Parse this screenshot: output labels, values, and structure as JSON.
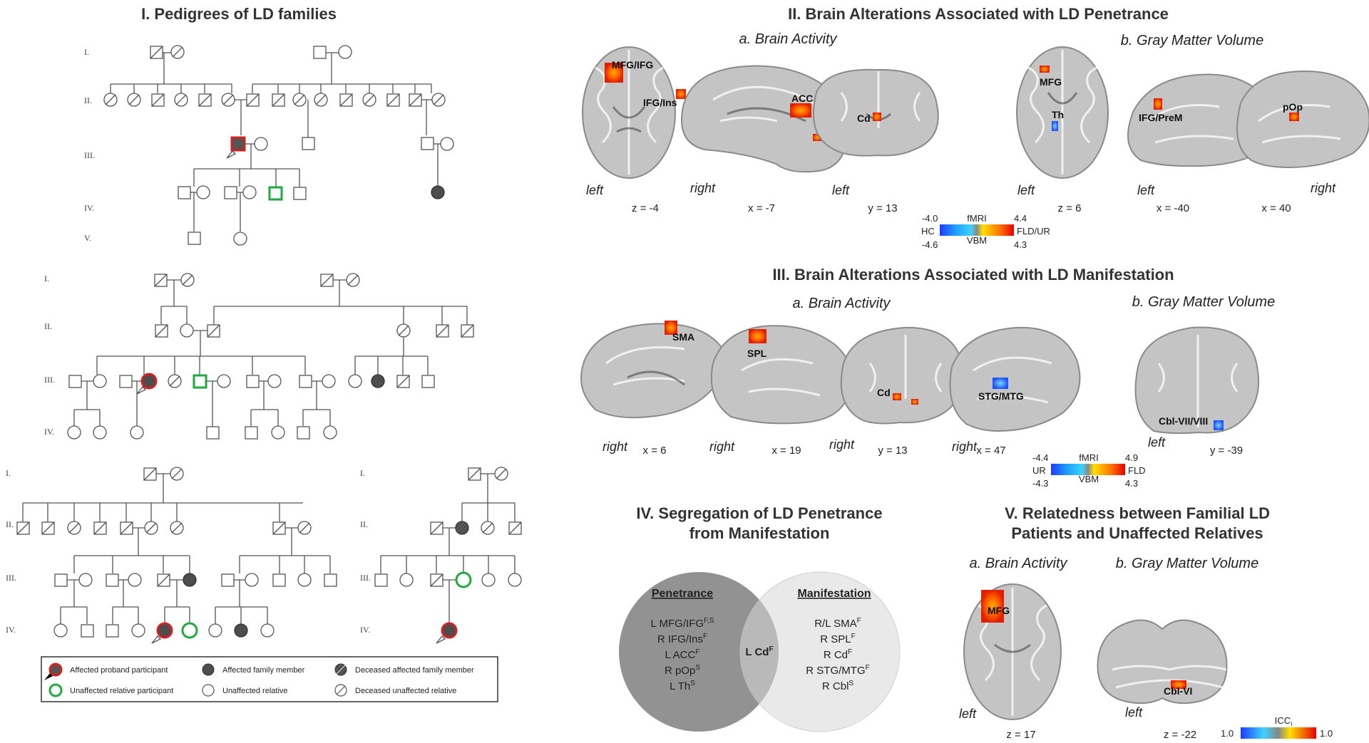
{
  "sections": {
    "pedigrees": {
      "title": "I. Pedigrees of LD families"
    },
    "penetrance": {
      "title": "II. Brain Alterations Associated with LD Penetrance",
      "brain_activity": "a. Brain Activity",
      "gray_matter": "b. Gray Matter Volume",
      "colorbar": {
        "min_fmri": "-4.0",
        "mid": "fMRI",
        "max_fmri": "4.4",
        "left": "HC",
        "right": "FLD/UR",
        "min_vbm": "-4.6",
        "mid2": "VBM",
        "max_vbm": "4.3"
      }
    },
    "manifestation": {
      "title": "III. Brain Alterations Associated with LD Manifestation",
      "brain_activity": "a. Brain Activity",
      "gray_matter": "b. Gray Matter Volume",
      "colorbar": {
        "min_fmri": "-4.4",
        "mid": "fMRI",
        "max_fmri": "4.9",
        "left": "UR",
        "right": "FLD",
        "min_vbm": "-4.3",
        "mid2": "VBM",
        "max_vbm": "4.3"
      }
    },
    "segregation": {
      "title_line1": "IV. Segregation of LD Penetrance",
      "title_line2": "from Manifestation",
      "penetrance_head": "Penetrance",
      "manifestation_head": "Manifestation",
      "overlap": {
        "text": "L Cd",
        "sup": "F"
      },
      "penetrance_items": [
        {
          "text": "L MFG/IFG",
          "sup": "F,S"
        },
        {
          "text": "R IFG/Ins",
          "sup": "F"
        },
        {
          "text": "L ACC",
          "sup": "F"
        },
        {
          "text": "R pOp",
          "sup": "S"
        },
        {
          "text": "L Th",
          "sup": "S"
        }
      ],
      "manifestation_items": [
        {
          "text": "R/L SMA",
          "sup": "F"
        },
        {
          "text": "R SPL",
          "sup": "F"
        },
        {
          "text": "R Cd",
          "sup": "F"
        },
        {
          "text": "R STG/MTG",
          "sup": "F"
        },
        {
          "text": "R Cbl",
          "sup": "S"
        }
      ]
    },
    "relatedness": {
      "title_line1": "V. Relatedness between Familial LD",
      "title_line2": "Patients and Unaffected Relatives",
      "brain_activity": "a. Brain Activity",
      "gray_matter": "b. Gray Matter Volume",
      "colorbar": {
        "title": "ICC",
        "title_sub": "i",
        "min": "1.0",
        "max": "1.0"
      }
    }
  },
  "generations": [
    "I.",
    "II.",
    "III.",
    "IV.",
    "V."
  ],
  "brain_panels": [
    {
      "id": "p2a1",
      "region": "MFG/IFG",
      "region2": "IFG/Ins",
      "side": "left",
      "coord": "z = -4"
    },
    {
      "id": "p2a2",
      "region": "ACC",
      "side": "right",
      "coord": "x = -7"
    },
    {
      "id": "p2a3",
      "region": "Cd",
      "side": "left",
      "coord": "y = 13"
    },
    {
      "id": "p2b1",
      "region": "MFG",
      "region2": "Th",
      "side": "left",
      "coord": "z = 6"
    },
    {
      "id": "p2b2",
      "region": "IFG/PreM",
      "side": "left",
      "coord": "x = -40"
    },
    {
      "id": "p2b3",
      "region": "pOp",
      "side": "right",
      "coord": "x = 40"
    },
    {
      "id": "p3a1",
      "region": "SMA",
      "side": "right",
      "coord": "x = 6"
    },
    {
      "id": "p3a2",
      "region": "SPL",
      "side": "right",
      "coord": "x = 19"
    },
    {
      "id": "p3a3",
      "region": "Cd",
      "side": "right",
      "coord": "y = 13"
    },
    {
      "id": "p3a4",
      "region": "STG/MTG",
      "side": "right",
      "coord": "x = 47"
    },
    {
      "id": "p3b1",
      "region": "Cbl-VII/VIII",
      "side": "left",
      "coord": "y = -39"
    },
    {
      "id": "p5a1",
      "region": "MFG",
      "side": "left",
      "coord": "z = 17"
    },
    {
      "id": "p5b1",
      "region": "Cbl-VI",
      "side": "left",
      "coord": "z = -22"
    }
  ],
  "legend": {
    "proband": "Affected proband participant",
    "affected": "Affected family member",
    "deceased_affected": "Deceased affected family member",
    "unaffected_participant": "Unaffected relative participant",
    "unaffected": "Unaffected relative",
    "deceased_unaffected": "Deceased unaffected relative"
  },
  "colors": {
    "proband_ring": "#d62020",
    "participant_ring": "#1faa3c",
    "affected_fill": "#4d4d4d",
    "activation_hot": "#ff5a00",
    "activation_cold": "#1e64ff"
  }
}
